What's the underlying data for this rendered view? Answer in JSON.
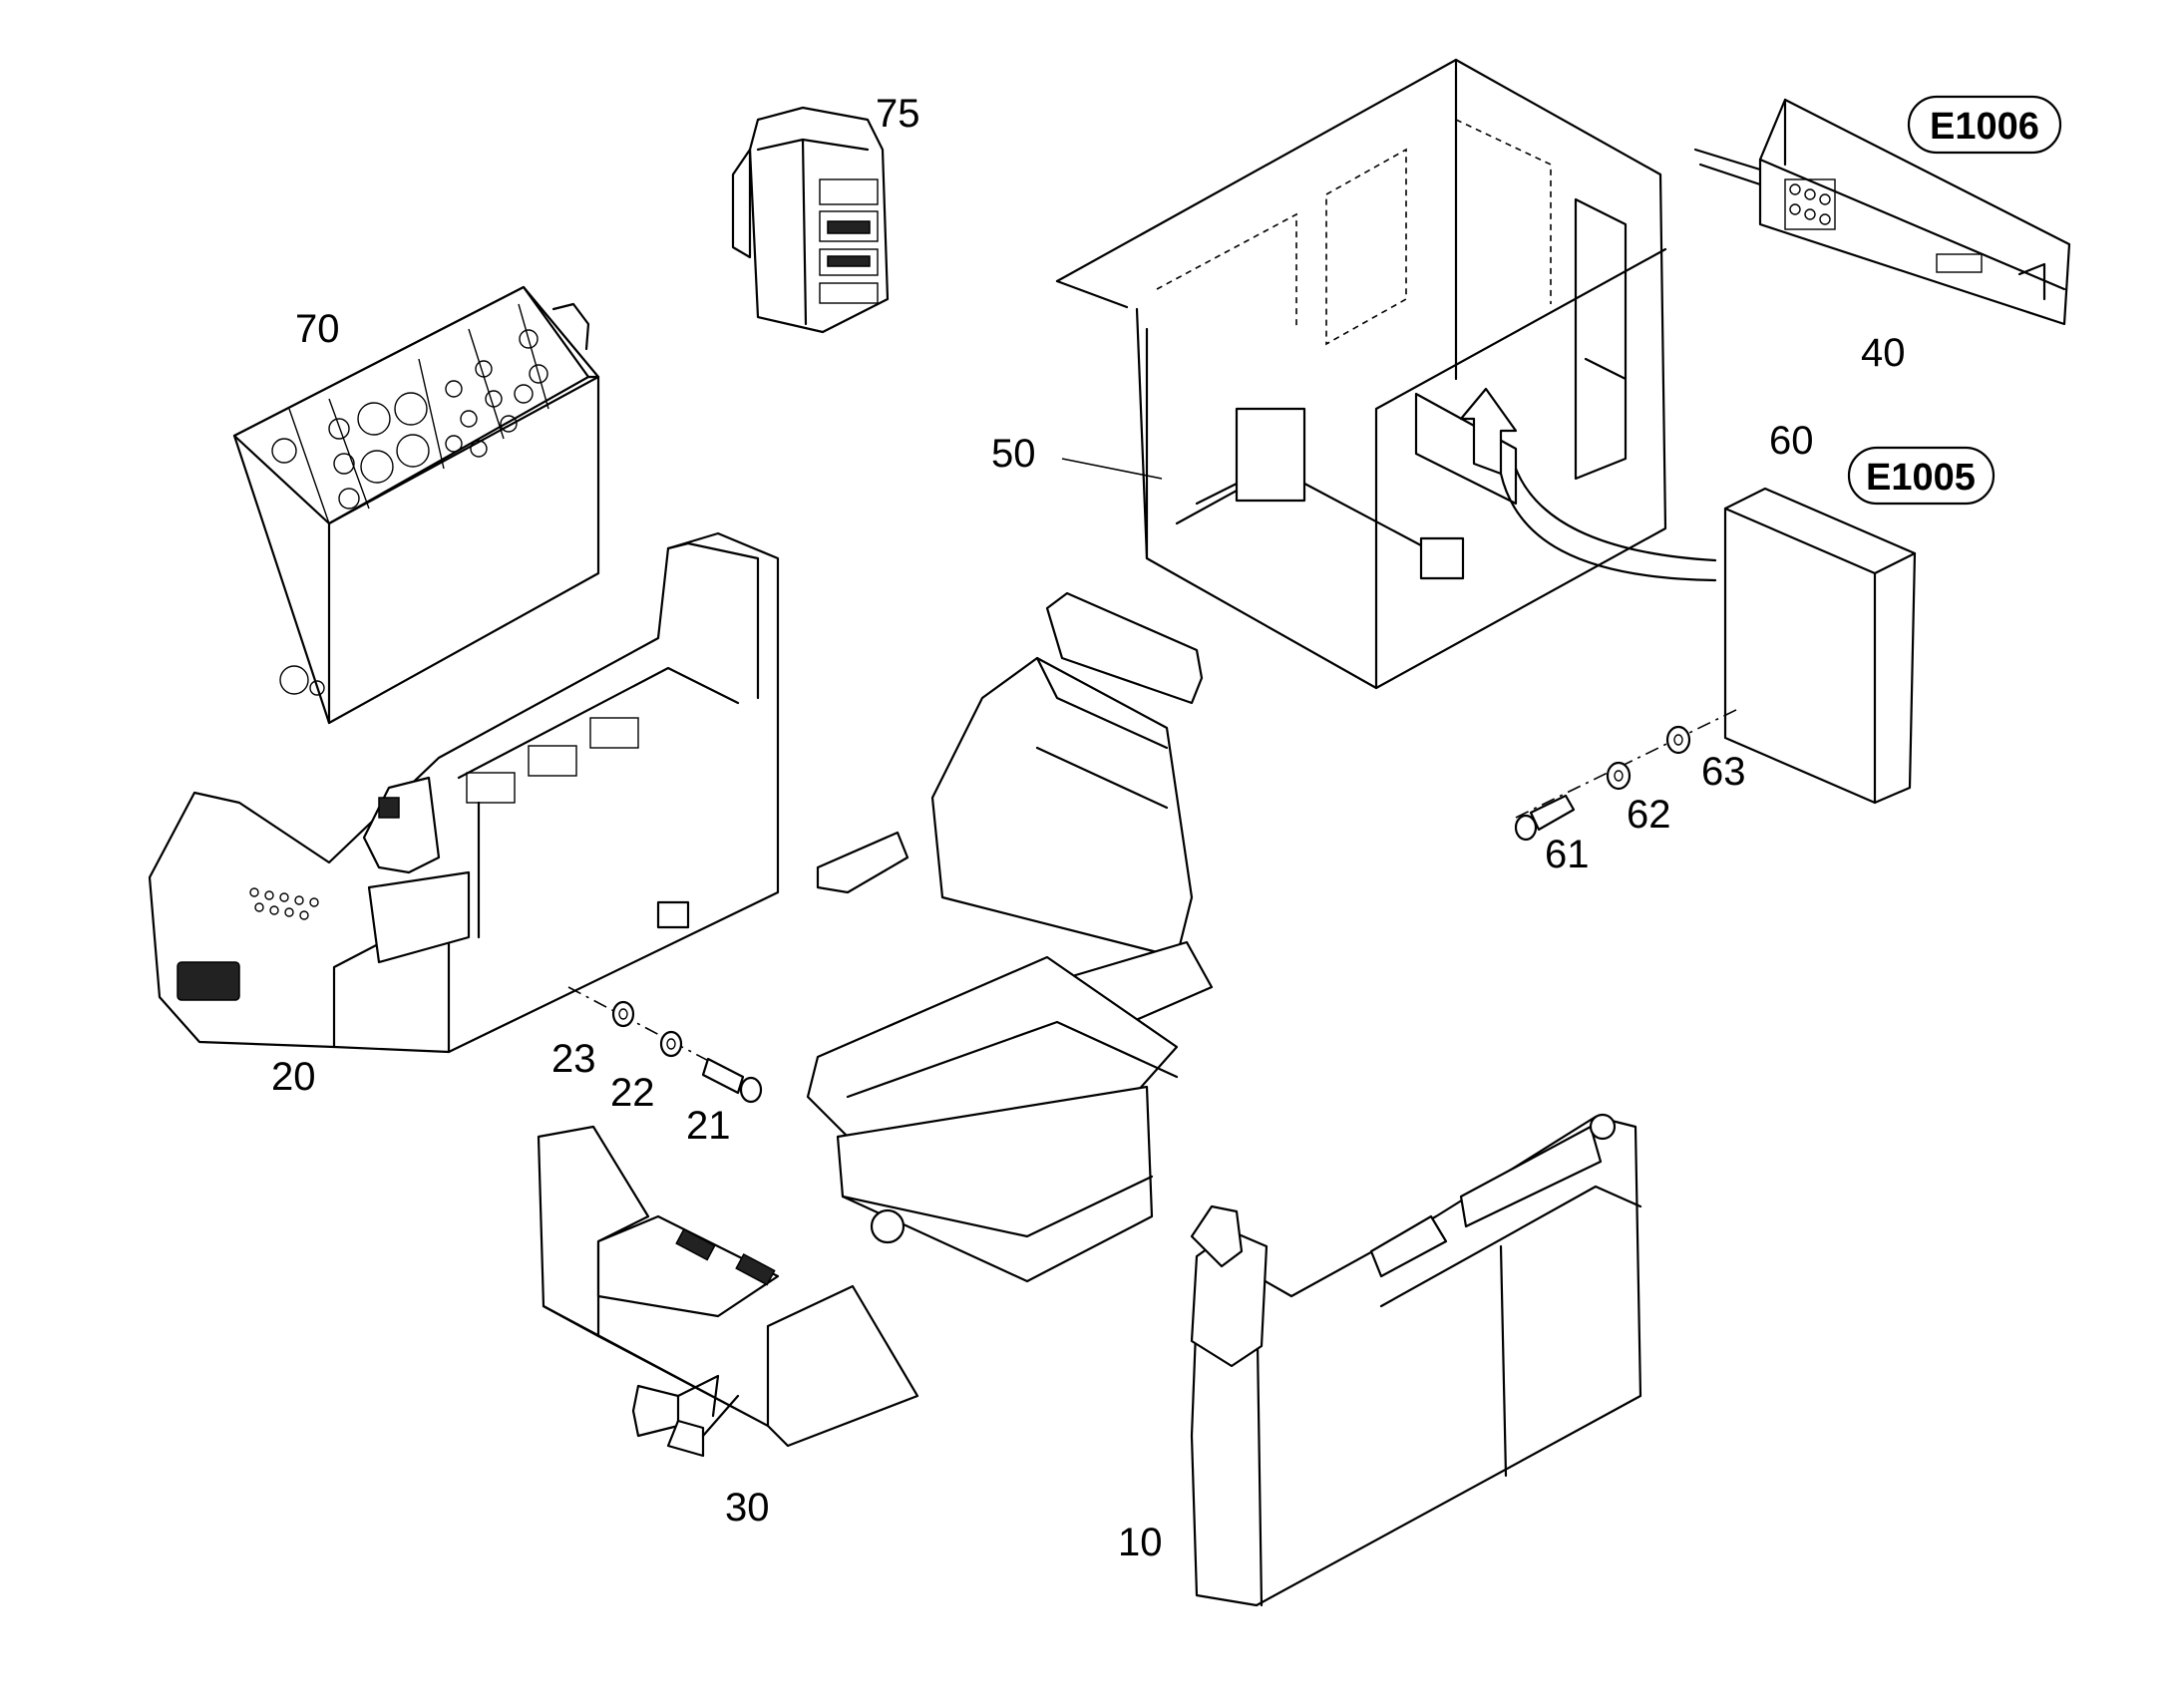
{
  "parts": [
    {
      "id": "p10",
      "number": "10"
    },
    {
      "id": "p20",
      "number": "20"
    },
    {
      "id": "p21",
      "number": "21"
    },
    {
      "id": "p22",
      "number": "22"
    },
    {
      "id": "p23",
      "number": "23"
    },
    {
      "id": "p30",
      "number": "30"
    },
    {
      "id": "p40",
      "number": "40"
    },
    {
      "id": "p50",
      "number": "50"
    },
    {
      "id": "p60",
      "number": "60"
    },
    {
      "id": "p61",
      "number": "61"
    },
    {
      "id": "p62",
      "number": "62"
    },
    {
      "id": "p63",
      "number": "63"
    },
    {
      "id": "p70",
      "number": "70"
    },
    {
      "id": "p75",
      "number": "75"
    }
  ],
  "references": {
    "e1005": "E1005",
    "e1006": "E1006"
  }
}
